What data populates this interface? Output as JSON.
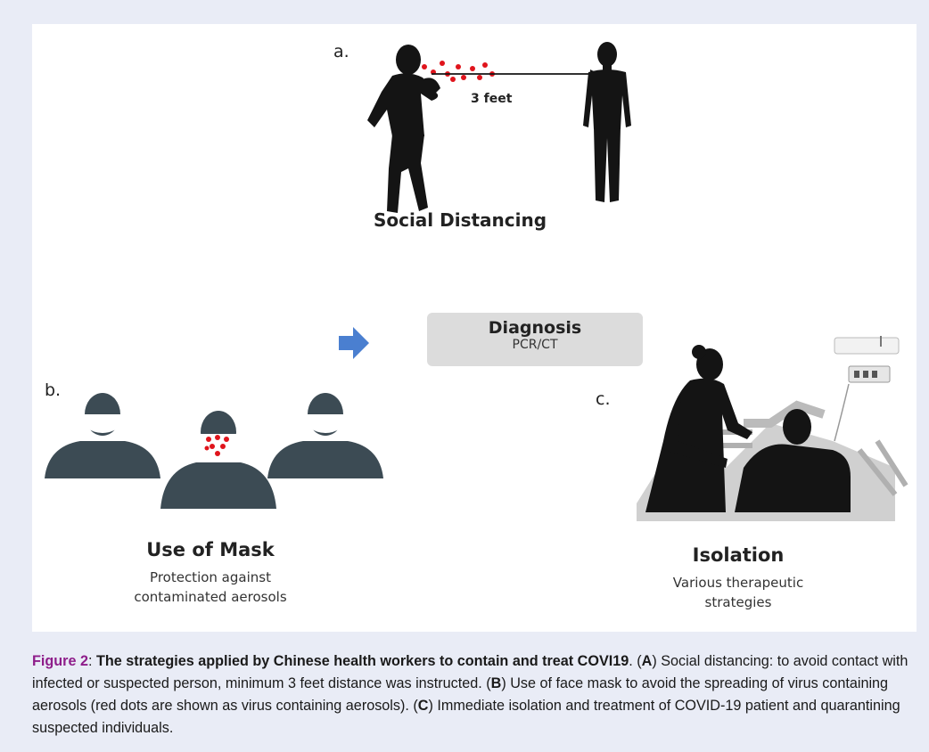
{
  "panels": {
    "a": {
      "letter": "a.",
      "distance_label": "3 feet",
      "title": "Social Distancing"
    },
    "diagnosis": {
      "title": "Diagnosis",
      "subtitle": "PCR/CT"
    },
    "b": {
      "letter": "b.",
      "title": "Use of Mask",
      "subtitle_line1": "Protection against",
      "subtitle_line2": "contaminated aerosols"
    },
    "c": {
      "letter": "c.",
      "title": "Isolation",
      "subtitle_line1": "Various therapeutic",
      "subtitle_line2": "strategies"
    }
  },
  "caption": {
    "fig_label": "Figure 2",
    "colon": ": ",
    "bold_title": "The strategies applied by Chinese health workers to contain and treat COVI19",
    "after_title": ". (",
    "A_letter": "A",
    "A_text": ") Social distancing: to avoid contact with infected or suspected person, minimum 3 feet distance was instructed. (",
    "B_letter": "B",
    "B_text": ") Use of face mask to avoid the spreading of virus containing aerosols (red dots are shown as virus containing aerosols). (",
    "C_letter": "C",
    "C_text": ") Immediate isolation and treatment of COVID-19 patient and quarantining suspected individuals."
  },
  "colors": {
    "background": "#e9ecf6",
    "panel": "#ffffff",
    "figure_label": "#8e1d8a",
    "silhouette": "#141414",
    "mask_person": "#3c4b54",
    "virus_dots": "#e0141c",
    "arrow": "#4a7fd0",
    "diagnosis_box": "#dcdcdc"
  },
  "icons": [
    "coughing-person-silhouette",
    "standing-person-silhouette",
    "masked-person-icon",
    "right-arrow-icon",
    "hospital-bed-scene"
  ]
}
